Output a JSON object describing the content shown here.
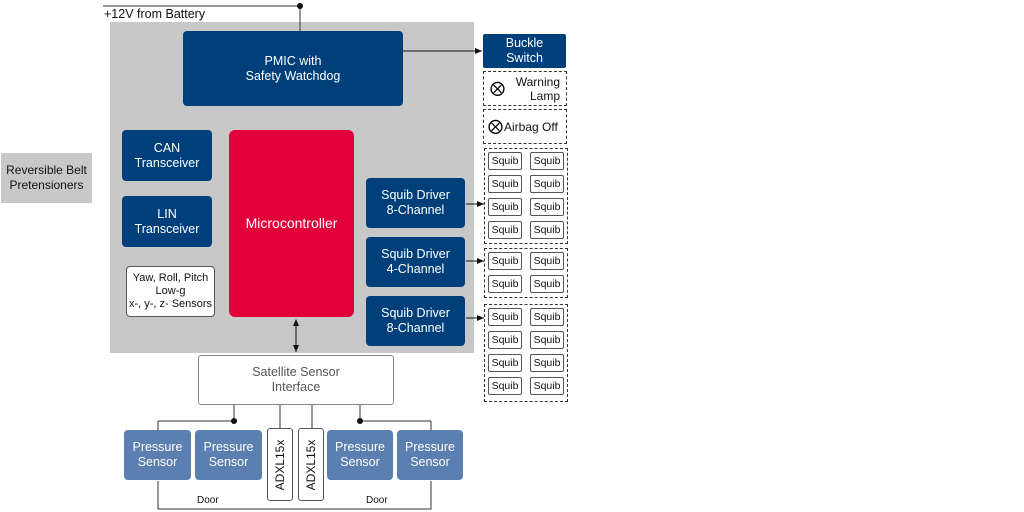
{
  "power": {
    "label": "+12V from Battery"
  },
  "ecu": {
    "pmic": "PMIC with\nSafety Watchdog",
    "can": "CAN\nTransceiver",
    "lin": "LIN\nTransceiver",
    "sensors": "Yaw, Roll, Pitch\nLow-g\nx-, y-, z- Sensors",
    "mcu": "Microcontroller",
    "drivers": [
      "Squib Driver\n8-Channel",
      "Squib Driver\n4-Channel",
      "Squib Driver\n8-Channel"
    ]
  },
  "outputs": {
    "buckle": "Buckle\nSwitch",
    "warning_lamp": "Warning\nLamp",
    "airbag_off": "Airbag Off",
    "squib_label": "Squib",
    "squib_groups": [
      8,
      4,
      8
    ]
  },
  "belt": "Reversible Belt\nPretensioners",
  "satellite": {
    "interface": "Satellite Sensor\nInterface",
    "pressure": [
      "Pressure\nSensor",
      "Pressure\nSensor",
      "Pressure\nSensor",
      "Pressure\nSensor"
    ],
    "adxl": [
      "ADXL15x",
      "ADXL15x"
    ],
    "door_labels": [
      "Door",
      "Door"
    ]
  },
  "colors": {
    "navy": "#003f7a",
    "red": "#e2003c",
    "steel": "#5b7fb0",
    "ecu_bg": "#c8c8c8"
  }
}
